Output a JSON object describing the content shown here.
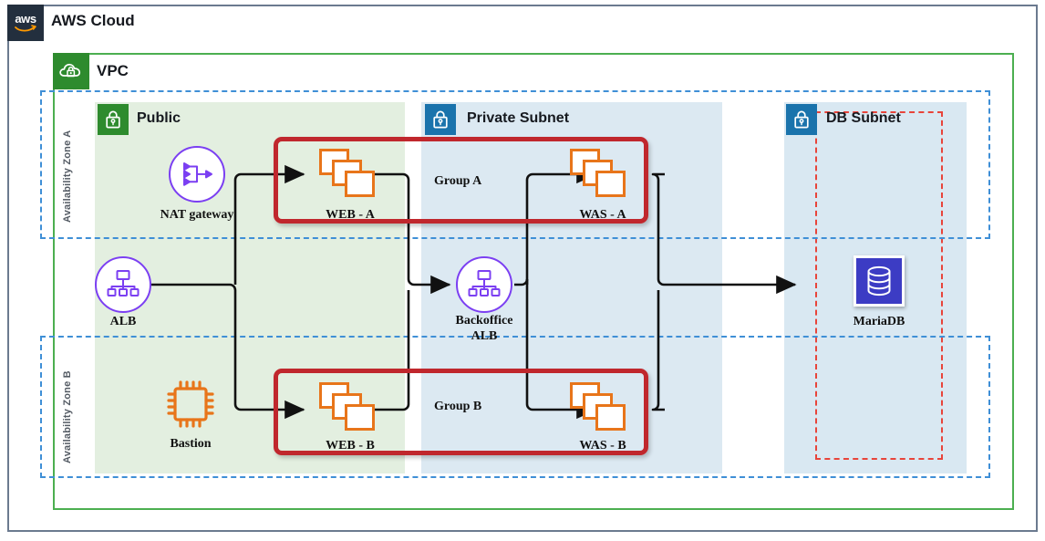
{
  "cloud": {
    "title": "AWS Cloud",
    "logo_text": "aws",
    "logo_name": "aws-logo"
  },
  "vpc": {
    "title": "VPC",
    "badge_icon": "vpc-cloud-lock-icon"
  },
  "availability_zones": [
    {
      "label": "Availability Zone A"
    },
    {
      "label": "Availability Zone B"
    }
  ],
  "subnets": [
    {
      "key": "public",
      "title": "Public",
      "badge_icon": "subnet-lock-icon",
      "badge_color": "#2e8b2e"
    },
    {
      "key": "private",
      "title": "Private Subnet",
      "badge_icon": "subnet-lock-icon",
      "badge_color": "#1a73ac"
    },
    {
      "key": "db",
      "title": "DB Subnet",
      "badge_icon": "subnet-lock-icon",
      "badge_color": "#1a73ac"
    }
  ],
  "groups": [
    {
      "label": "Group A"
    },
    {
      "label": "Group B"
    }
  ],
  "nodes": {
    "nat_gateway": {
      "label": "NAT gateway",
      "icon": "nat-gateway-icon"
    },
    "alb": {
      "label": "ALB",
      "icon": "load-balancer-icon"
    },
    "bastion": {
      "label": "Bastion",
      "icon": "cpu-chip-icon"
    },
    "web_a": {
      "label": "WEB - A",
      "icon": "ec2-instances-icon"
    },
    "web_b": {
      "label": "WEB - B",
      "icon": "ec2-instances-icon"
    },
    "was_a": {
      "label": "WAS - A",
      "icon": "ec2-instances-icon"
    },
    "was_b": {
      "label": "WAS - B",
      "icon": "ec2-instances-icon"
    },
    "backoffice_alb": {
      "label_line1": "Backoffice",
      "label_line2": "ALB",
      "icon": "load-balancer-icon"
    },
    "mariadb": {
      "label": "MariaDB",
      "icon": "database-icon"
    }
  },
  "colors": {
    "outer_border": "#6b7a8f",
    "aws_navy": "#232f3e",
    "vpc_green": "#4caf50",
    "badge_green": "#2e8b2e",
    "badge_blue": "#1a73ac",
    "public_fill": "#e3efe0",
    "private_fill": "#dce9f2",
    "db_fill": "#d9e8f2",
    "az_dash": "#3f8fd6",
    "db_dash": "#e8443a",
    "group_red": "#c0272d",
    "ec2_orange": "#e8751a",
    "purple": "#7b3ff2",
    "mariadb_blue": "#3c3cc4",
    "wire": "#111111"
  }
}
